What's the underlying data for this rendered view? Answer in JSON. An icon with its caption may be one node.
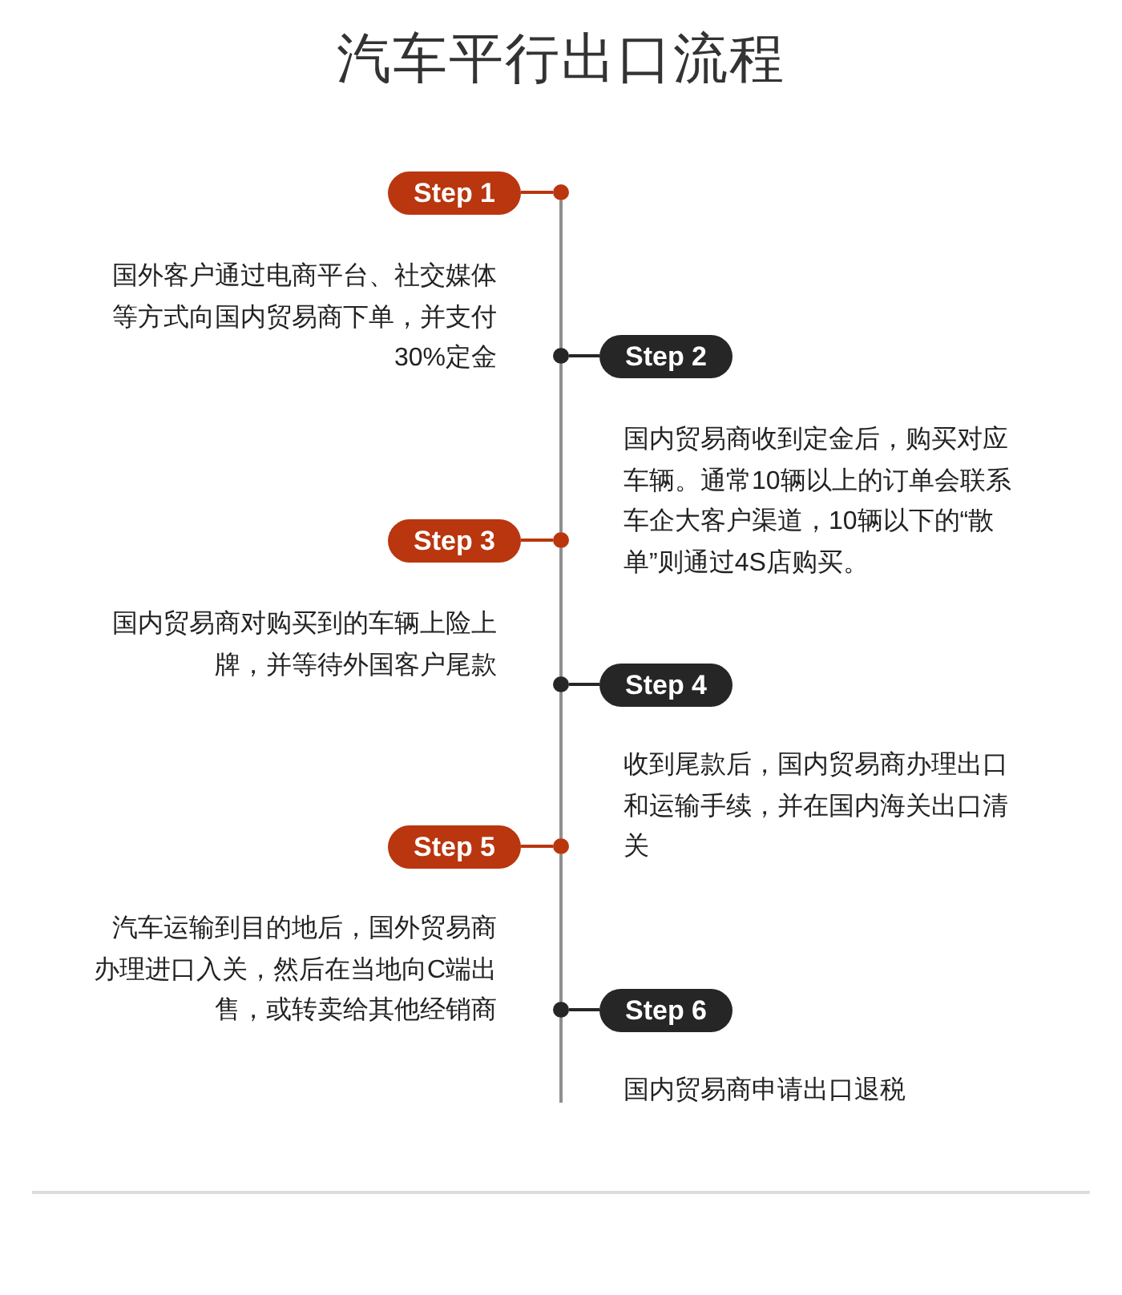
{
  "diagram": {
    "title": "汽车平行出口流程",
    "nodes": [
      {
        "text": [
          "Step 1"
        ],
        "beside": [
          "国外客户通过电商平台、社交媒体等方式向国内贸易商下单，并支付30%定金"
        ]
      },
      {
        "text": [],
        "shape": "circle"
      },
      {
        "text": [],
        "shape": "circle"
      },
      {
        "text": [
          "Step 2"
        ],
        "beside": [
          "国内贸易商收到定金后，购买对应车辆。通常10辆以上的订单会联系车企大客户渠道，10辆以下的“散单”则通过4S店购买。"
        ]
      },
      {
        "text": [
          "Step 3"
        ],
        "beside": [
          "国内贸易商对购买到的车辆上险上牌，并等待外国客户尾款"
        ]
      },
      {
        "text": [],
        "shape": "circle"
      },
      {
        "text": [],
        "shape": "circle"
      },
      {
        "text": [
          "Step 4"
        ],
        "beside": [
          "收到尾款后，国内贸易商办理出口和运输手续，并在国内海关出口清关"
        ]
      },
      {
        "text": [
          "Step 5"
        ],
        "beside": [
          "汽车运输到目的地后，国外贸易商办理进口入关，然后在当地向C端出售，或转卖给其他经销商"
        ]
      },
      {
        "text": [],
        "shape": "circle"
      },
      {
        "text": [],
        "shape": "circle"
      },
      {
        "text": [
          "Step 6"
        ],
        "beside": [
          "国内贸易商申请出口退税"
        ]
      }
    ],
    "edges": [
      {
        "from": 0,
        "to": 1,
        "arrow": "none",
        "color": "#b9360f"
      },
      {
        "from": 1,
        "to": 2,
        "arrow": "none"
      },
      {
        "from": 3,
        "to": 2,
        "arrow": "none",
        "color": "#262626"
      },
      {
        "from": 2,
        "to": 5,
        "arrow": "none"
      },
      {
        "from": 4,
        "to": 5,
        "arrow": "none",
        "color": "#b9360f"
      },
      {
        "from": 5,
        "to": 6,
        "arrow": "none"
      },
      {
        "from": 7,
        "to": 6,
        "arrow": "none",
        "color": "#262626"
      },
      {
        "from": 6,
        "to": 9,
        "arrow": "none"
      },
      {
        "from": 8,
        "to": 9,
        "arrow": "none",
        "color": "#b9360f"
      },
      {
        "from": 9,
        "to": 10,
        "arrow": "none"
      },
      {
        "from": 11,
        "to": 10,
        "arrow": "none",
        "color": "#262626"
      },
      {
        "from": 10,
        "to": null,
        "arrow": "none"
      }
    ]
  }
}
